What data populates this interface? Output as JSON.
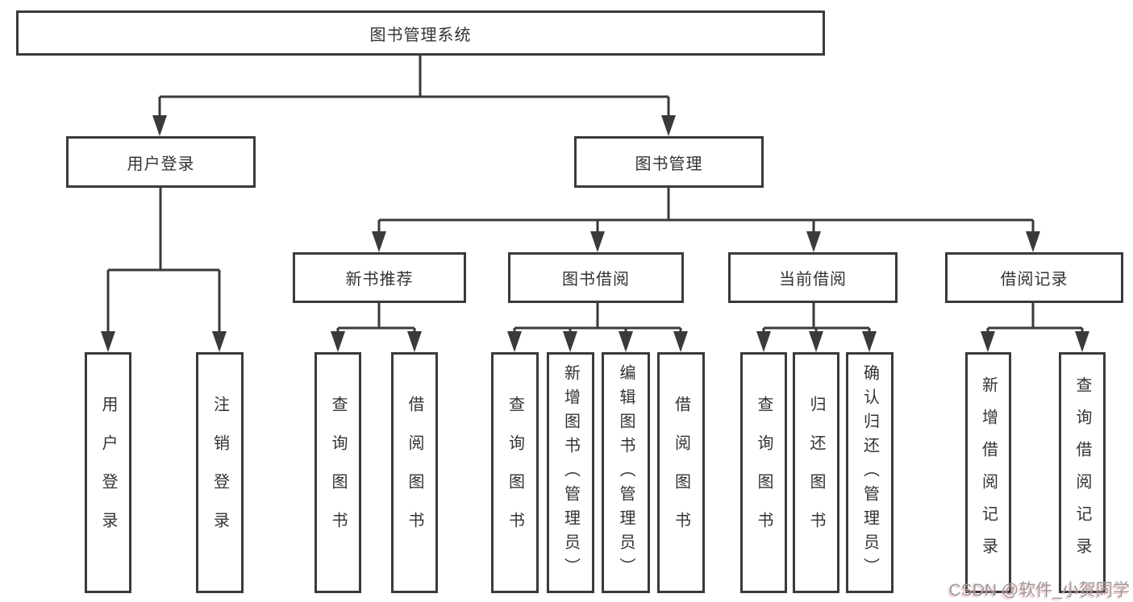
{
  "diagram_title": "图书管理系统",
  "tree": {
    "label": "图书管理系统",
    "children": [
      {
        "label": "用户登录",
        "children": [
          {
            "label": "用户登录"
          },
          {
            "label": "注销登录"
          }
        ]
      },
      {
        "label": "图书管理",
        "children": [
          {
            "label": "新书推荐",
            "children": [
              {
                "label": "查询图书"
              },
              {
                "label": "借阅图书"
              }
            ]
          },
          {
            "label": "图书借阅",
            "children": [
              {
                "label": "查询图书"
              },
              {
                "label": "新增图书（管理员）"
              },
              {
                "label": "编辑图书（管理员）"
              },
              {
                "label": "借阅图书"
              }
            ]
          },
          {
            "label": "当前借阅",
            "children": [
              {
                "label": "查询图书"
              },
              {
                "label": "归还图书"
              },
              {
                "label": "确认归还（管理员）"
              }
            ]
          },
          {
            "label": "借阅记录",
            "children": [
              {
                "label": "新增借阅记录"
              },
              {
                "label": "查询借阅记录"
              }
            ]
          }
        ]
      }
    ]
  },
  "watermark": {
    "text": "CSDN @软件_小贺同学"
  },
  "colors": {
    "line": "#3a3a3a",
    "text": "#333333",
    "background": "#ffffff",
    "watermark_gray": "#9b9b9b",
    "watermark_pink": "#f19ea8"
  }
}
